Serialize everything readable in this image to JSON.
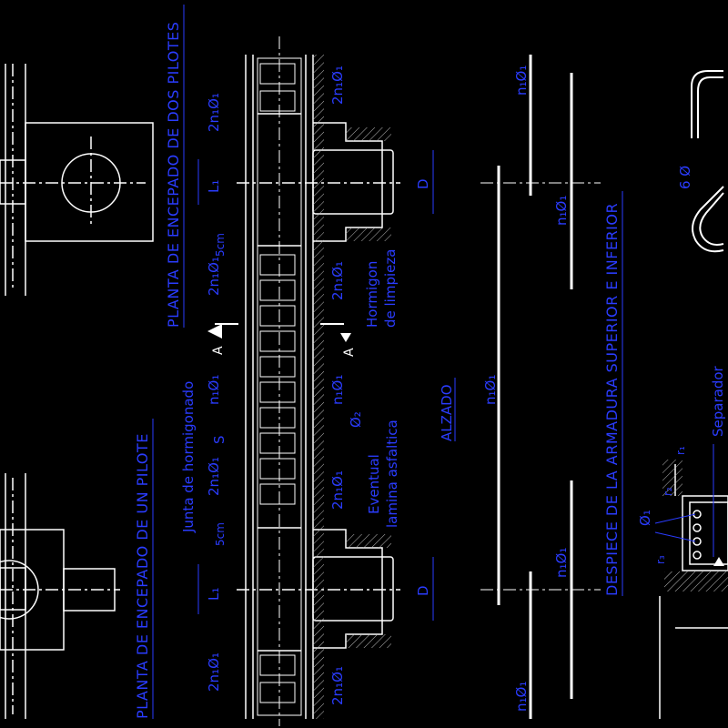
{
  "colors": {
    "background": "#000000",
    "line": "#ffffff",
    "annotation": "#2a3cff",
    "hatch": "#bbbbbb"
  },
  "titles": {
    "plan_two_piles": "PLANTA DE ENCEPADO DE DOS PILOTES",
    "plan_one_pile": "PLANTA DE ENCEPADO DE UN PILOTE",
    "elevation": "ALZADO",
    "rebar_schedule": "DESPIECE DE LA ARMADURA SUPERIOR E INFERIOR"
  },
  "labels": {
    "n1_phi1": "n₁Ø₁",
    "two_n1_phi1": "2n₁Ø₁",
    "five_cm": "5cm",
    "l1": "L₁",
    "d": "D",
    "section_a": "A",
    "s": "S",
    "phi2": "Ø₂",
    "phi1": "Ø₁",
    "six_phi": "6 Ø",
    "junta": "Junta de hormigonado",
    "hormigon": "Hormigon",
    "limpieza": "de limpieza",
    "eventual": "Eventual",
    "lamina": "lamina asfaltica",
    "separador": "Separador",
    "r1": "r₁",
    "r2": "r₂",
    "r3": "r₃"
  }
}
